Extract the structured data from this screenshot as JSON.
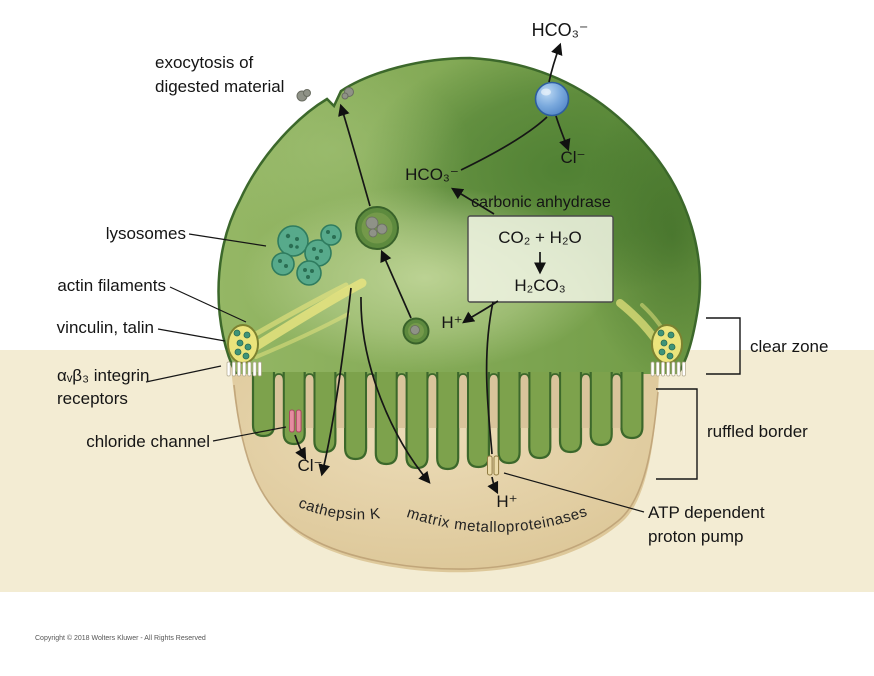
{
  "labels": {
    "hco3_extracellular": "HCO₃⁻",
    "cl_exchanger": "Cl⁻",
    "exocytosis_line1": "exocytosis of",
    "exocytosis_line2": "digested material",
    "hco3_intracellular": "HCO₃⁻",
    "carbonic_anhydrase": "carbonic anhydrase",
    "co2_h2o": "CO₂ + H₂O",
    "h2co3": "H₂CO₃",
    "h_intracellular": "H⁺",
    "lysosomes": "lysosomes",
    "actin_filaments": "actin filaments",
    "vinculin_talin": "vinculin, talin",
    "integrin_line1": "αᵥβ₃ integrin",
    "integrin_line2": "receptors",
    "chloride_channel": "chloride channel",
    "cl_secreted": "Cl⁻",
    "cathepsin_k": "cathepsin K",
    "matrix_metalloproteinases": "matrix metalloproteinases",
    "h_secreted": "H⁺",
    "clear_zone": "clear zone",
    "ruffled_border": "ruffled border",
    "atp_pump_line1": "ATP dependent",
    "atp_pump_line2": "proton pump"
  },
  "copyright": "Copyright © 2018 Wolters Kluwer - All Rights Reserved",
  "colors": {
    "cell_green": "#84ab54",
    "cell_dark_green": "#4e7f32",
    "cell_outline": "#3c682b",
    "finger_green": "#7da24c",
    "bone_tan": "#dbc595",
    "band_cream": "#f3ecd3",
    "lysosome_teal": "#57aa8b",
    "actin_yellow": "#ebe47c",
    "transporter_blue": "#6b9fd8",
    "chloride_pink": "#e58ba0",
    "pump_cream": "#ecdcab"
  }
}
